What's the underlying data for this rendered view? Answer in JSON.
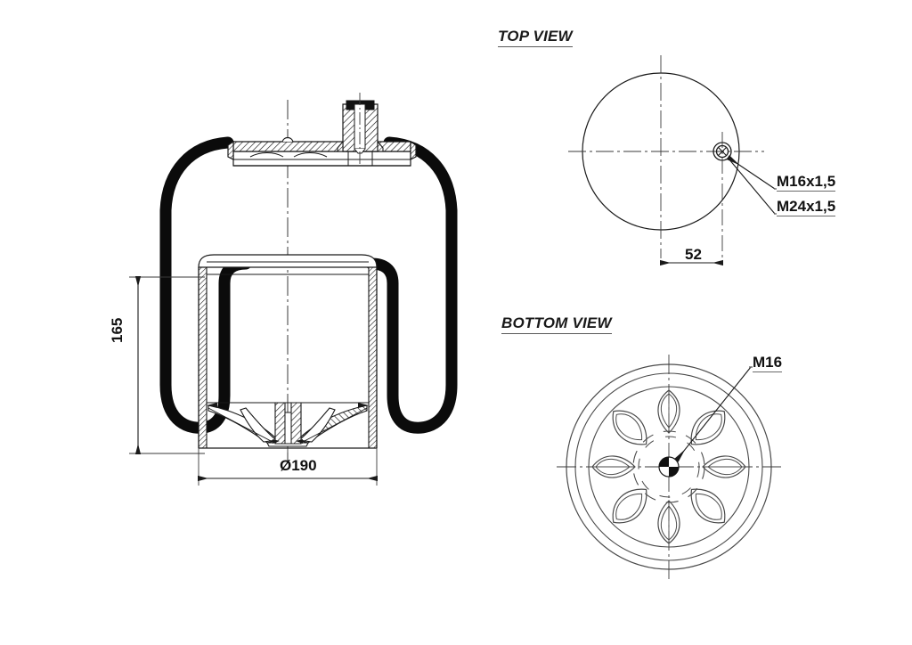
{
  "drawing": {
    "type": "technical-drawing",
    "subject": "rolling-lobe air spring",
    "background_color": "#ffffff",
    "line_color": "#1a1a1a"
  },
  "views": {
    "main": {
      "name": "main-section-view",
      "dimensions": {
        "height_label": "165",
        "diameter_label": "Ø190"
      }
    },
    "top": {
      "title": "TOP VIEW",
      "dimensions": {
        "offset_label": "52"
      },
      "callouts": [
        {
          "label": "M16x1,5"
        },
        {
          "label": "M24x1,5"
        }
      ]
    },
    "bottom": {
      "title": "BOTTOM VIEW",
      "callouts": [
        {
          "label": "M16"
        }
      ]
    }
  }
}
